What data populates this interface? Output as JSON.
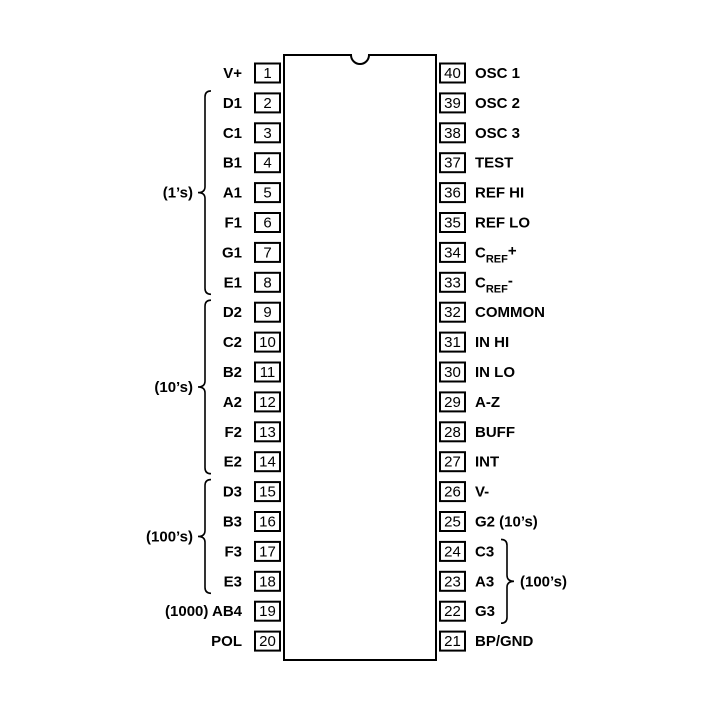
{
  "left_pins": [
    {
      "num": "1",
      "label": "V+"
    },
    {
      "num": "2",
      "label": "D1"
    },
    {
      "num": "3",
      "label": "C1"
    },
    {
      "num": "4",
      "label": "B1"
    },
    {
      "num": "5",
      "label": "A1"
    },
    {
      "num": "6",
      "label": "F1"
    },
    {
      "num": "7",
      "label": "G1"
    },
    {
      "num": "8",
      "label": "E1"
    },
    {
      "num": "9",
      "label": "D2"
    },
    {
      "num": "10",
      "label": "C2"
    },
    {
      "num": "11",
      "label": "B2"
    },
    {
      "num": "12",
      "label": "A2"
    },
    {
      "num": "13",
      "label": "F2"
    },
    {
      "num": "14",
      "label": "E2"
    },
    {
      "num": "15",
      "label": "D3"
    },
    {
      "num": "16",
      "label": "B3"
    },
    {
      "num": "17",
      "label": "F3"
    },
    {
      "num": "18",
      "label": "E3"
    },
    {
      "num": "19",
      "label": "(1000) AB4"
    },
    {
      "num": "20",
      "label": "POL"
    }
  ],
  "right_pins": [
    {
      "num": "40",
      "label": "OSC 1"
    },
    {
      "num": "39",
      "label": "OSC 2"
    },
    {
      "num": "38",
      "label": "OSC 3"
    },
    {
      "num": "37",
      "label": "TEST"
    },
    {
      "num": "36",
      "label": "REF HI"
    },
    {
      "num": "35",
      "label": "REF LO"
    },
    {
      "num": "34",
      "label": "C",
      "sub": "REF",
      "suffix": "+"
    },
    {
      "num": "33",
      "label": "C",
      "sub": "REF",
      "suffix": "-"
    },
    {
      "num": "32",
      "label": "COMMON"
    },
    {
      "num": "31",
      "label": "IN HI"
    },
    {
      "num": "30",
      "label": "IN LO"
    },
    {
      "num": "29",
      "label": "A-Z"
    },
    {
      "num": "28",
      "label": "BUFF"
    },
    {
      "num": "27",
      "label": "INT"
    },
    {
      "num": "26",
      "label": "V-"
    },
    {
      "num": "25",
      "label": "G2 (10’s)"
    },
    {
      "num": "24",
      "label": "C3"
    },
    {
      "num": "23",
      "label": "A3"
    },
    {
      "num": "22",
      "label": "G3"
    },
    {
      "num": "21",
      "label": "BP/GND"
    }
  ],
  "left_groups": [
    {
      "label": "(1’s)",
      "first_row": 1,
      "last_row": 7,
      "label_row": 4
    },
    {
      "label": "(10’s)",
      "first_row": 8,
      "last_row": 13,
      "label_row": 10.5
    },
    {
      "label": "(100’s)",
      "first_row": 14,
      "last_row": 17,
      "label_row": 15.5
    }
  ],
  "right_groups": [
    {
      "label": "(100’s)",
      "first_row": 16,
      "last_row": 18,
      "label_row": 17
    }
  ]
}
